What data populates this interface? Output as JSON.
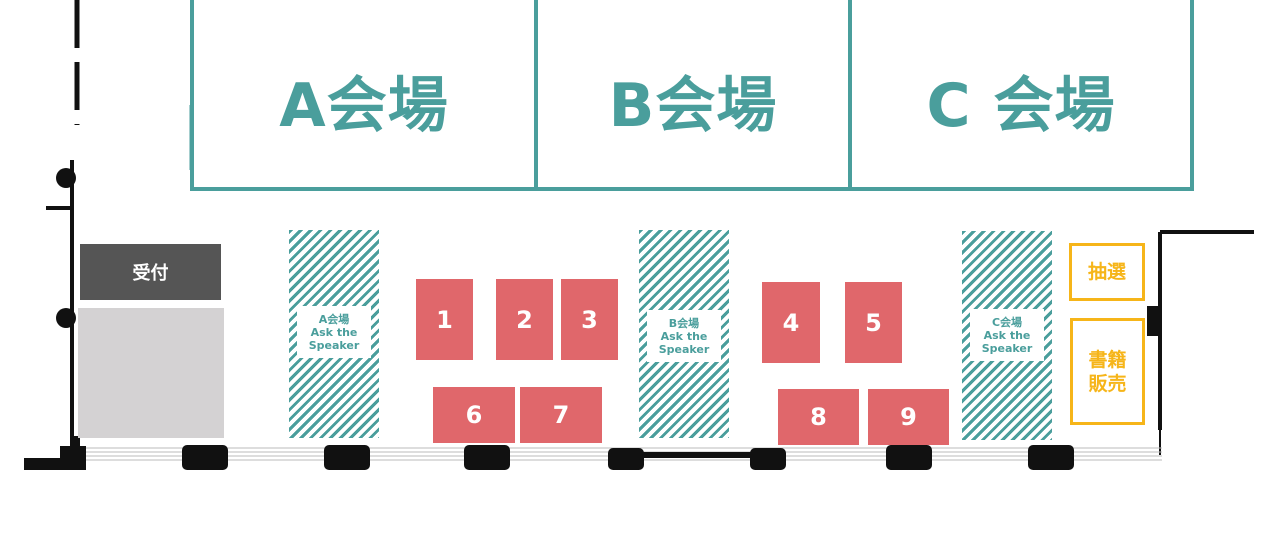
{
  "halls": [
    {
      "name": "A会場"
    },
    {
      "name": "B会場"
    },
    {
      "name": "C 会場"
    }
  ],
  "reception": {
    "label": "受付"
  },
  "ask_zones": [
    {
      "hall": "A会場",
      "line1": "Ask the",
      "line2": "Speaker"
    },
    {
      "hall": "B会場",
      "line1": "Ask the",
      "line2": "Speaker"
    },
    {
      "hall": "C会場",
      "line1": "Ask the",
      "line2": "Speaker"
    }
  ],
  "booths": [
    "1",
    "2",
    "3",
    "4",
    "5",
    "6",
    "7",
    "8",
    "9"
  ],
  "lottery": {
    "label": "抽選"
  },
  "books": {
    "line1": "書籍",
    "line2": "販売"
  },
  "colors": {
    "hall": "#4a9e9c",
    "booth": "#e0676b",
    "reception": "#555555",
    "lottery": "#f6b519"
  }
}
